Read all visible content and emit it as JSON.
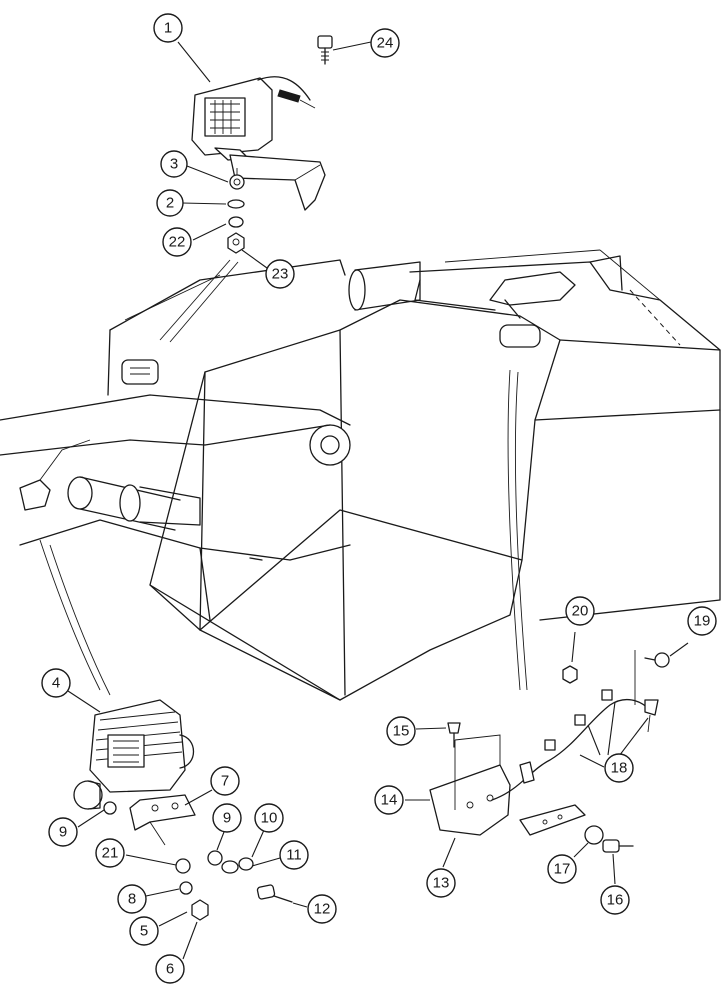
{
  "diagram": {
    "type": "exploded parts diagram",
    "callouts": [
      {
        "id": "c1",
        "label": "1"
      },
      {
        "id": "c2",
        "label": "2"
      },
      {
        "id": "c3",
        "label": "3"
      },
      {
        "id": "c4",
        "label": "4"
      },
      {
        "id": "c5",
        "label": "5"
      },
      {
        "id": "c6",
        "label": "6"
      },
      {
        "id": "c7",
        "label": "7"
      },
      {
        "id": "c8",
        "label": "8"
      },
      {
        "id": "c9a",
        "label": "9"
      },
      {
        "id": "c9b",
        "label": "9"
      },
      {
        "id": "c10",
        "label": "10"
      },
      {
        "id": "c11",
        "label": "11"
      },
      {
        "id": "c12",
        "label": "12"
      },
      {
        "id": "c13",
        "label": "13"
      },
      {
        "id": "c14",
        "label": "14"
      },
      {
        "id": "c15",
        "label": "15"
      },
      {
        "id": "c16",
        "label": "16"
      },
      {
        "id": "c17",
        "label": "17"
      },
      {
        "id": "c18",
        "label": "18"
      },
      {
        "id": "c19",
        "label": "19"
      },
      {
        "id": "c20",
        "label": "20"
      },
      {
        "id": "c21",
        "label": "21"
      },
      {
        "id": "c22",
        "label": "22"
      },
      {
        "id": "c23",
        "label": "23"
      },
      {
        "id": "c24",
        "label": "24"
      }
    ]
  }
}
